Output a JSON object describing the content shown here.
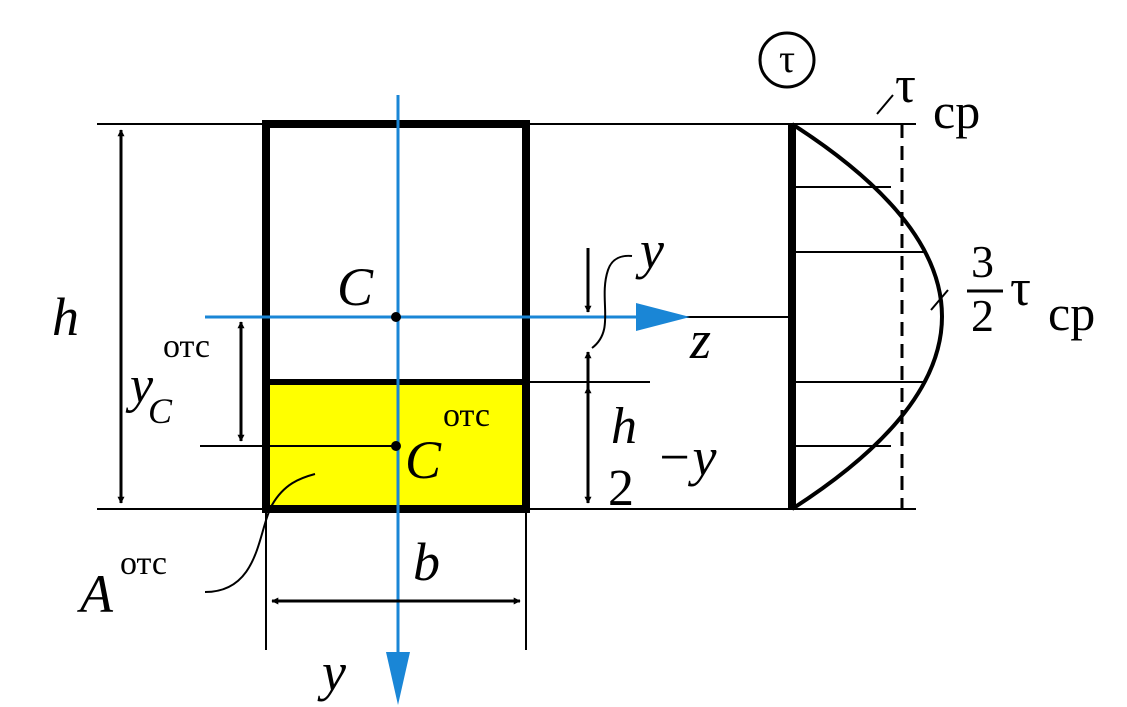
{
  "labels": {
    "h": "h",
    "y_c": "y",
    "y_c_sub": "C",
    "y_c_sup": "отс",
    "C": "C",
    "C_otc": "C",
    "C_otc_sup": "отс",
    "A": "A",
    "A_sup": "отс",
    "b": "b",
    "y_axis": "y",
    "z_axis": "z",
    "y_offset": "y",
    "h_num": "h",
    "h_den": "2",
    "minus_y": "−y",
    "tau_circle": "τ",
    "tau_avg": "τ",
    "tau_avg_sub": "ср",
    "frac_num": "3",
    "frac_den": "2",
    "tau_max": "τ",
    "tau_max_sub": "ср"
  },
  "colors": {
    "axis": "#1a86d6",
    "fill_cutoff": "#ffff00",
    "stroke": "#000000"
  }
}
